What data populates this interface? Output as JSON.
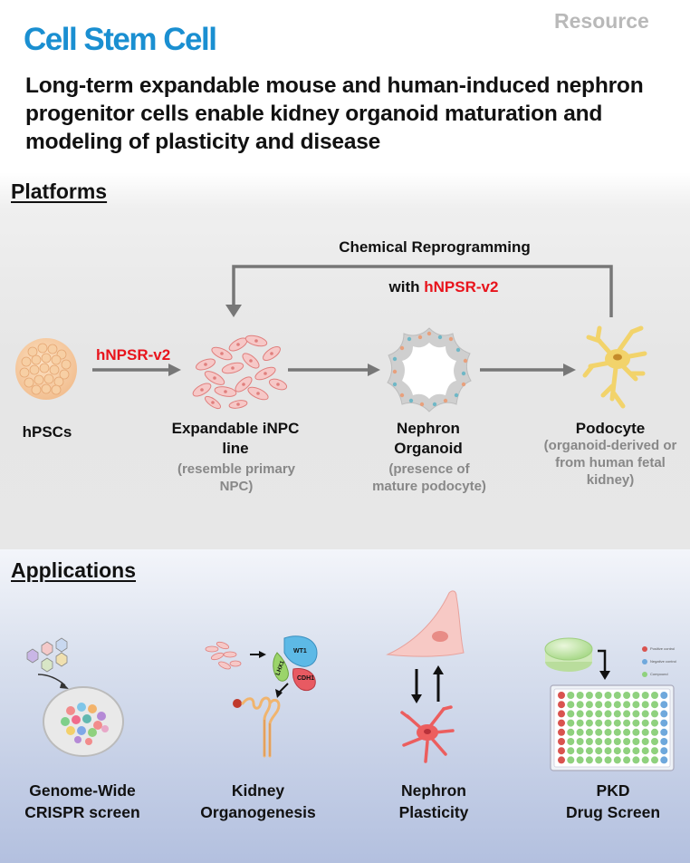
{
  "header": {
    "journal": "Cell Stem Cell",
    "article_type": "Resource",
    "title": "Long-term expandable mouse and human-induced nephron progenitor cells enable kidney organoid maturation and modeling of plasticity and disease"
  },
  "platforms": {
    "heading": "Platforms",
    "chem_title": "Chemical Reprogramming",
    "chem_with": "with",
    "chem_agent": "hNPSR-v2",
    "arrow_label": "hNPSR-v2",
    "nodes": [
      {
        "label": "hPSCs",
        "sub": ""
      },
      {
        "label": "Expandable iNPC line",
        "sub": "(resemble primary NPC)"
      },
      {
        "label": "Nephron Organoid",
        "sub": "(presence of mature podocyte)"
      },
      {
        "label": "Podocyte",
        "sub": "(organoid-derived or from human fetal kidney)"
      }
    ]
  },
  "applications": {
    "heading": "Applications",
    "items": [
      {
        "line1": "Genome-Wide",
        "line2": "CRISPR screen"
      },
      {
        "line1": "Kidney",
        "line2": "Organogenesis"
      },
      {
        "line1": "Nephron",
        "line2": "Plasticity"
      },
      {
        "line1": "PKD",
        "line2": "Drug Screen"
      }
    ],
    "organogenesis_labels": {
      "wt1": "WT1",
      "cdh1": "CDH1",
      "lhx1": "LHX1"
    },
    "legend": [
      "Positive control",
      "Negative control",
      "Compound"
    ]
  },
  "colors": {
    "journal_blue": "#1a8fd1",
    "red": "#e8141c",
    "arrow_gray": "#777777",
    "podocyte_yellow": "#f2d36b",
    "cell_pink": "#f0a9a8",
    "plate_green": "#8fd17e"
  }
}
